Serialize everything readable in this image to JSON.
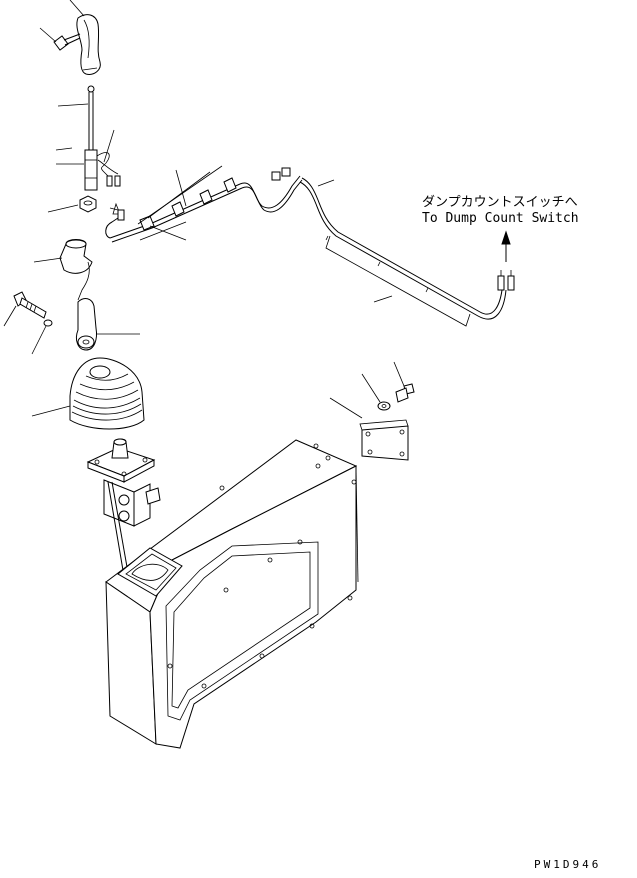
{
  "annotation": {
    "japanese_label": "ダンプカウントスイッチへ",
    "english_label": "To Dump Count Switch"
  },
  "figure_code": "PW1D946"
}
